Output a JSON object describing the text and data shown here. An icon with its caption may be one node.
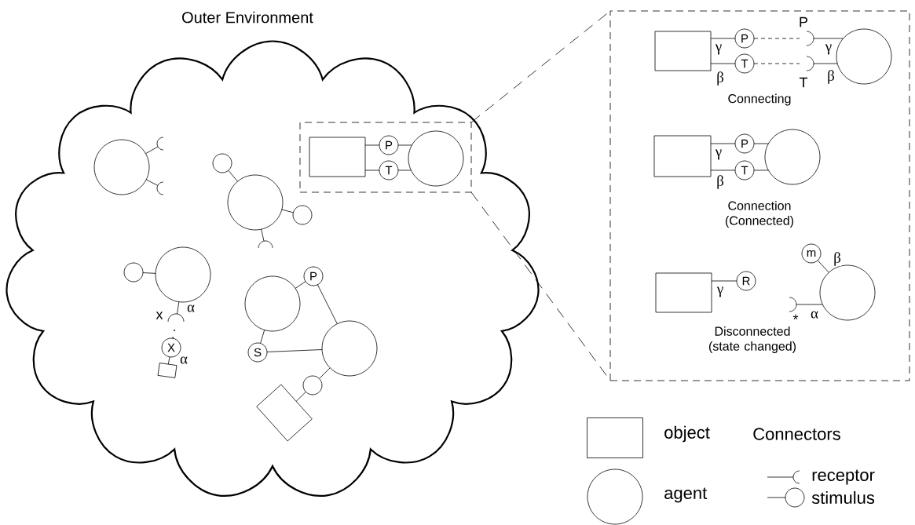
{
  "diagram": {
    "nodes": [
      {
        "text": [
          "Outer Environment"
        ]
      },
      {
        "text": [],
        "shape": "circle",
        "in": 0
      },
      {
        "text": [],
        "shape": "arc",
        "in": 0
      },
      {
        "text": [],
        "shape": "arc",
        "in": 0
      },
      {
        "text": [],
        "shape": "circle",
        "in": 0
      },
      {
        "text": [],
        "shape": "circle",
        "in": 0
      },
      {
        "text": [],
        "shape": "circle",
        "in": 0
      },
      {
        "text": [],
        "shape": "arc",
        "in": 0
      },
      {
        "text": [],
        "shape": "box",
        "in": 0
      },
      {
        "text": [],
        "shape": "box",
        "in": 8
      },
      {
        "text": [
          "P"
        ],
        "in": 8
      },
      {
        "text": [
          "T"
        ],
        "in": 8
      },
      {
        "text": [],
        "shape": "circle",
        "in": 8
      },
      {
        "text": [],
        "shape": "circle",
        "in": 0
      },
      {
        "text": [],
        "shape": "circle",
        "in": 0
      },
      {
        "text": [],
        "shape": "arc",
        "in": 0,
        "beside": [
          "x"
        ]
      },
      {
        "text": [
          "X"
        ],
        "in": 0
      },
      {
        "text": [],
        "shape": "box",
        "in": 0
      },
      {
        "text": [
          "P"
        ],
        "in": 0
      },
      {
        "text": [],
        "shape": "circle",
        "in": 0
      },
      {
        "text": [
          "S"
        ],
        "in": 0
      },
      {
        "text": [],
        "shape": "circle",
        "in": 0
      },
      {
        "text": [],
        "shape": "circle",
        "in": 0
      },
      {
        "text": [],
        "shape": "box",
        "in": 0
      },
      {
        "text": [],
        "shape": "box"
      },
      {
        "text": [],
        "shape": "box",
        "in": 24
      },
      {
        "text": [
          "P"
        ],
        "in": 24
      },
      {
        "text": [
          "T"
        ],
        "in": 24
      },
      {
        "text": [],
        "shape": "arc",
        "in": 24,
        "beside": [
          "P"
        ]
      },
      {
        "text": [],
        "shape": "arc",
        "in": 24,
        "beside": [
          "T"
        ]
      },
      {
        "text": [],
        "shape": "circle",
        "in": 24
      },
      {
        "text": [],
        "shape": "box",
        "in": 24
      },
      {
        "text": [
          "P"
        ],
        "in": 24
      },
      {
        "text": [
          "T"
        ],
        "in": 24
      },
      {
        "text": [],
        "shape": "circle",
        "in": 24
      },
      {
        "text": [],
        "shape": "box",
        "in": 24
      },
      {
        "text": [
          "R"
        ],
        "in": 24
      },
      {
        "text": [
          "m"
        ],
        "in": 24
      },
      {
        "text": [],
        "shape": "arc",
        "in": 24,
        "beside": [
          "*"
        ]
      },
      {
        "text": [],
        "shape": "circle",
        "in": 24
      }
    ],
    "edges": [
      {
        "from": 1,
        "to": 2,
        "arrow": "none"
      },
      {
        "from": 1,
        "to": 3,
        "arrow": "none"
      },
      {
        "from": 5,
        "to": 4,
        "arrow": "none"
      },
      {
        "from": 5,
        "to": 6,
        "arrow": "none"
      },
      {
        "from": 5,
        "to": 7,
        "arrow": "none"
      },
      {
        "from": 9,
        "to": 10,
        "arrow": "none"
      },
      {
        "from": 10,
        "to": 12,
        "arrow": "none"
      },
      {
        "from": 9,
        "to": 11,
        "arrow": "none"
      },
      {
        "from": 11,
        "to": 12,
        "arrow": "none"
      },
      {
        "from": 14,
        "to": 13,
        "arrow": "none"
      },
      {
        "from": 14,
        "to": 15,
        "arrow": "none",
        "label": "α"
      },
      {
        "from": 16,
        "to": 15,
        "arrow": "none",
        "style": "dashed"
      },
      {
        "from": 16,
        "to": 17,
        "arrow": "none",
        "label": "α"
      },
      {
        "from": 19,
        "to": 18,
        "arrow": "none"
      },
      {
        "from": 18,
        "to": 21,
        "arrow": "none"
      },
      {
        "from": 19,
        "to": 20,
        "arrow": "none"
      },
      {
        "from": 20,
        "to": 21,
        "arrow": "none"
      },
      {
        "from": 21,
        "to": 22,
        "arrow": "none"
      },
      {
        "from": 22,
        "to": 23,
        "arrow": "none"
      },
      {
        "from": 8,
        "to": 24,
        "arrow": "none",
        "style": "dashed"
      },
      {
        "from": 8,
        "to": 24,
        "arrow": "none",
        "style": "dashed"
      },
      {
        "from": 25,
        "to": 26,
        "arrow": "none",
        "label": "γ"
      },
      {
        "from": 25,
        "to": 27,
        "arrow": "none",
        "label": "β"
      },
      {
        "from": 26,
        "to": 28,
        "arrow": "none",
        "style": "dashed"
      },
      {
        "from": 27,
        "to": 29,
        "arrow": "none",
        "style": "dashed"
      },
      {
        "from": 28,
        "to": 30,
        "arrow": "none",
        "label": "γ"
      },
      {
        "from": 29,
        "to": 30,
        "arrow": "none",
        "label": "β"
      },
      {
        "from": 31,
        "to": 32,
        "arrow": "none",
        "label": "γ"
      },
      {
        "from": 31,
        "to": 33,
        "arrow": "none",
        "label": "β"
      },
      {
        "from": 32,
        "to": 34,
        "arrow": "none"
      },
      {
        "from": 33,
        "to": 34,
        "arrow": "none"
      },
      {
        "from": 35,
        "to": 36,
        "arrow": "none",
        "label": "γ"
      },
      {
        "from": 39,
        "to": 37,
        "arrow": "none",
        "label": "β"
      },
      {
        "from": 39,
        "to": 38,
        "arrow": "none",
        "label": "α"
      }
    ],
    "labels": [
      "Connecting",
      "Connection (Connected)",
      "Disconnected (state changed)",
      "Connectors"
    ],
    "legend": [
      {
        "text": "object"
      },
      {
        "text": "agent"
      },
      {
        "text": "receptor"
      },
      {
        "text": "stimulus"
      }
    ]
  }
}
